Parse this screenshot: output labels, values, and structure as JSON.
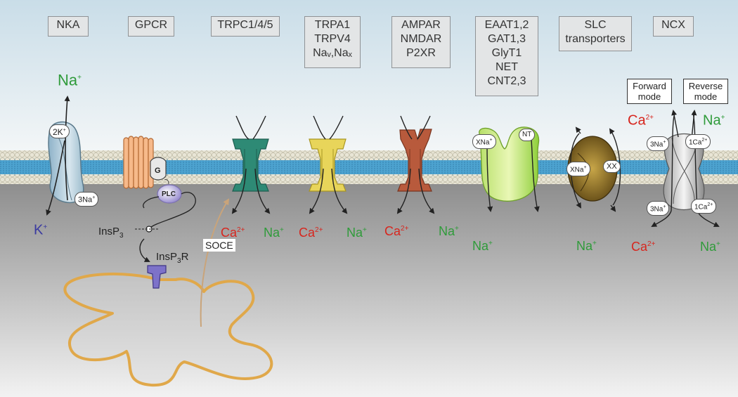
{
  "headers": {
    "nka": [
      "NKA"
    ],
    "gpcr": [
      "GPCR"
    ],
    "trpc": [
      "TRPC1/4/5"
    ],
    "trpa": [
      "TRPA1",
      "TRPV4",
      "Naᵥ,Naₓ"
    ],
    "ampar": [
      "AMPAR",
      "NMDAR",
      "P2XR"
    ],
    "eaat": [
      "EAAT1,2",
      "GAT1,3",
      "GlyT1",
      "NET",
      "CNT2,3"
    ],
    "slc": [
      "SLC",
      "transporters"
    ],
    "ncx": [
      "NCX"
    ]
  },
  "ions": {
    "na": "Na",
    "ca": "Ca",
    "k": "K",
    "plus": "+",
    "two_plus": "2+"
  },
  "tags": {
    "two_k": "2K",
    "three_na": "3Na",
    "xna": "XNa",
    "nt": "NT",
    "xx": "XX",
    "one_ca": "1Ca",
    "g": "G",
    "plc": "PLC"
  },
  "labels": {
    "insp3": "InsP",
    "insp3_sub": "3",
    "insp3r": "InsP",
    "insp3r_suffix": "R",
    "soce": "SOCE"
  },
  "ncx_modes": {
    "forward": [
      "Forward",
      "mode"
    ],
    "reverse": [
      "Reverse",
      "mode"
    ]
  },
  "colors": {
    "sodium": "#2f9b3a",
    "calcium": "#d7261e",
    "potassium": "#3a3aa0",
    "membrane_blue": "#4da3d0",
    "cytoplasm_gray": "#9a9a9a",
    "er_outline": "#e0a84a"
  }
}
